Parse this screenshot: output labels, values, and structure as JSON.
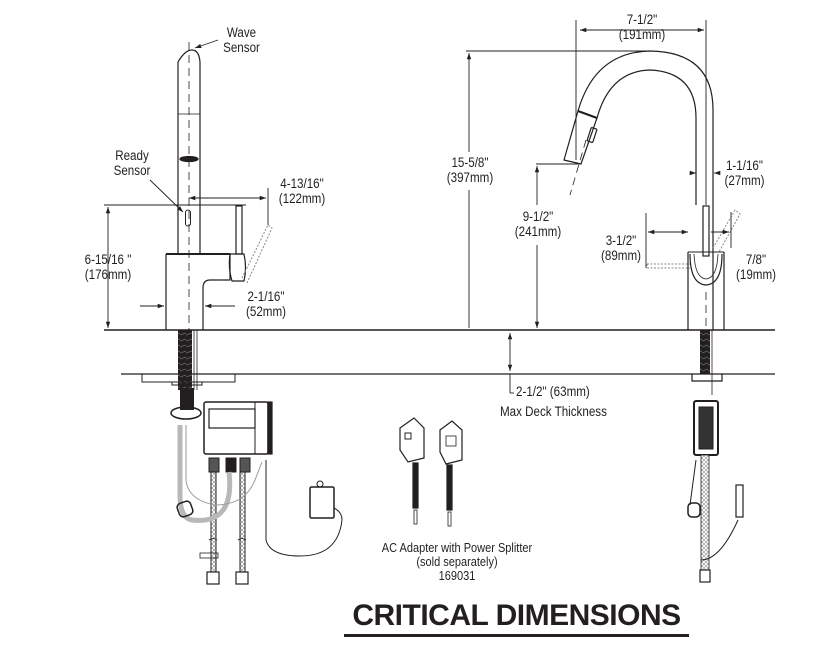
{
  "title": "CRITICAL DIMENSIONS",
  "colors": {
    "ink": "#231f20",
    "background": "#ffffff",
    "ghost": "#8a8a8a"
  },
  "left_faucet": {
    "wave_sensor": [
      "Wave",
      "Sensor"
    ],
    "ready_sensor": [
      "Ready",
      "Sensor"
    ],
    "handle_reach": {
      "imperial": "4-13/16\"",
      "metric": "(122mm)"
    },
    "handle_height": {
      "imperial": "6-15/16 \"",
      "metric": "(176mm)"
    },
    "base_width": {
      "imperial": "2-1/16\"",
      "metric": "(52mm)"
    }
  },
  "right_faucet": {
    "spout_reach": {
      "imperial": "7-1/2\"",
      "metric": "(191mm)"
    },
    "overall_height": {
      "imperial": "15-5/8\"",
      "metric": "(397mm)"
    },
    "spout_height": {
      "imperial": "9-1/2\"",
      "metric": "(241mm)"
    },
    "spout_diameter": {
      "imperial": "1-1/16\"",
      "metric": "(27mm)"
    },
    "handle_swing": {
      "imperial": "3-1/2\"",
      "metric": "(89mm)"
    },
    "handle_offset": {
      "imperial": "7/8\"",
      "metric": "(19mm)"
    }
  },
  "deck": {
    "thickness": "2-1/2\" (63mm)",
    "thickness_label": "Max Deck Thickness"
  },
  "accessory": {
    "name": "AC Adapter with Power Splitter",
    "note": "(sold separately)",
    "part_number": "169031"
  },
  "icons": [
    "control-box-icon",
    "battery-pack-icon",
    "ac-adapter-icon",
    "power-splitter-icon",
    "supply-hose-icon"
  ]
}
